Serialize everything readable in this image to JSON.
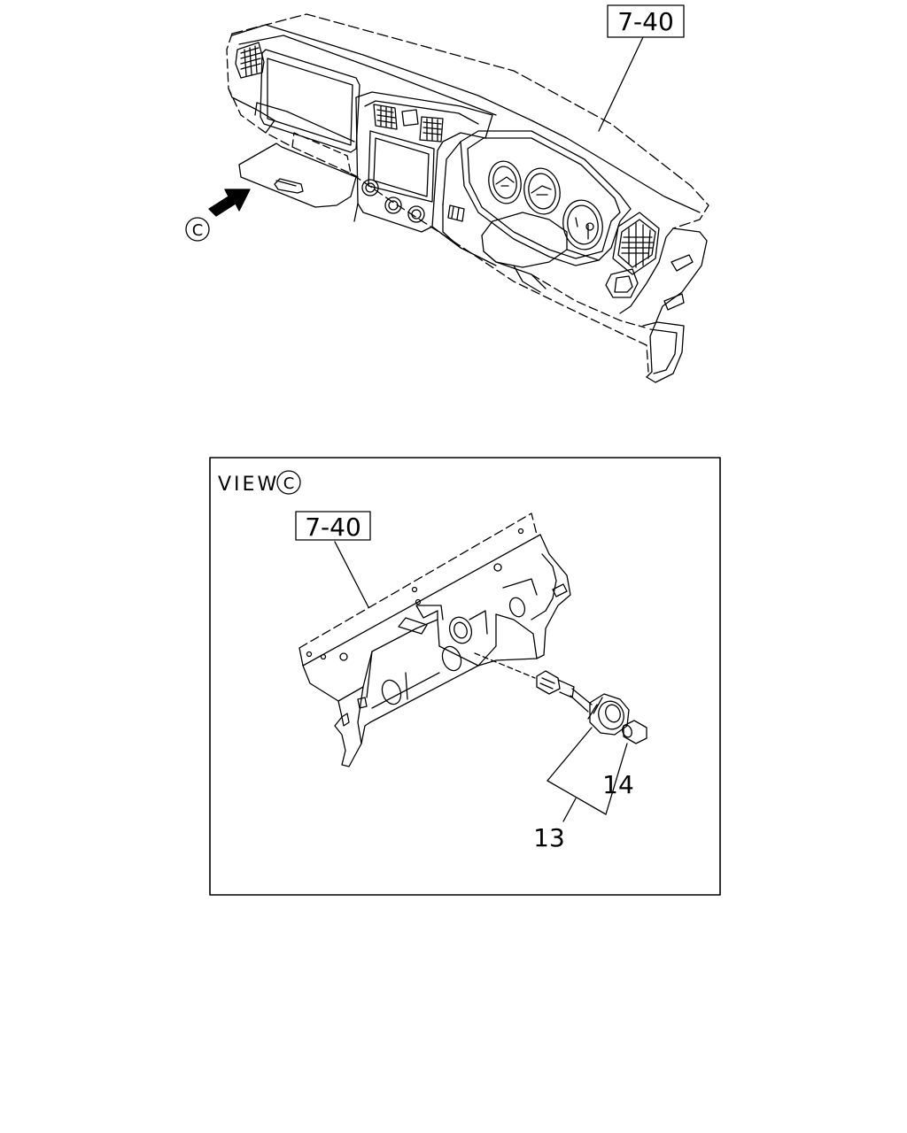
{
  "top": {
    "ref_label": "7-40",
    "view_marker": "C"
  },
  "detail": {
    "title_prefix": "VIEW",
    "title_marker": "C",
    "ref_label": "7-40",
    "callouts": {
      "part_13": "13",
      "part_14": "14"
    }
  }
}
